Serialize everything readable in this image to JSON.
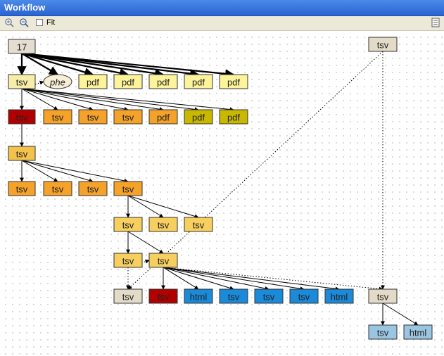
{
  "window": {
    "title": "Workflow"
  },
  "toolbar": {
    "zoom_in_icon": "zoom-in-icon",
    "zoom_out_icon": "zoom-out-icon",
    "fit_checked": false,
    "fit_label": "Fit",
    "options_icon": "list-options-icon"
  },
  "colors": {
    "root": "#e4ddd0",
    "cream": "#f6eea8",
    "pale_yellow": "#fdf39a",
    "olive": "#c8b800",
    "dark_red": "#b00000",
    "orange": "#f4a22a",
    "gold": "#f3c24a",
    "light_gold": "#f6cf5f",
    "tan": "#e3dbc8",
    "blue": "#1a8ad9",
    "light_blue": "#9ac6e2",
    "ellipse": "#f6efd6"
  },
  "nodes": [
    {
      "id": "n17",
      "label": "17"
    },
    {
      "id": "t_right",
      "label": "tsv"
    },
    {
      "id": "t1",
      "label": "tsv"
    },
    {
      "id": "phe",
      "label": "phe"
    },
    {
      "id": "p1",
      "label": "pdf"
    },
    {
      "id": "p2",
      "label": "pdf"
    },
    {
      "id": "p3",
      "label": "pdf"
    },
    {
      "id": "p4",
      "label": "pdf"
    },
    {
      "id": "p5",
      "label": "pdf"
    },
    {
      "id": "r2a",
      "label": "tsv"
    },
    {
      "id": "r2b",
      "label": "tsv"
    },
    {
      "id": "r2c",
      "label": "tsv"
    },
    {
      "id": "r2d",
      "label": "tsv"
    },
    {
      "id": "r2e",
      "label": "pdf"
    },
    {
      "id": "r2f",
      "label": "pdf"
    },
    {
      "id": "r2g",
      "label": "pdf"
    },
    {
      "id": "r3",
      "label": "tsv"
    },
    {
      "id": "r4a",
      "label": "tsv"
    },
    {
      "id": "r4b",
      "label": "tsv"
    },
    {
      "id": "r4c",
      "label": "tsv"
    },
    {
      "id": "r4d",
      "label": "tsv"
    },
    {
      "id": "r5a",
      "label": "tsv"
    },
    {
      "id": "r5b",
      "label": "tsv"
    },
    {
      "id": "r5c",
      "label": "tsv"
    },
    {
      "id": "r6a",
      "label": "tsv"
    },
    {
      "id": "r6b",
      "label": "tsv"
    },
    {
      "id": "r7a",
      "label": "tsv"
    },
    {
      "id": "r7b",
      "label": "tsv"
    },
    {
      "id": "r7c",
      "label": "html"
    },
    {
      "id": "r7d",
      "label": "tsv"
    },
    {
      "id": "r7e",
      "label": "tsv"
    },
    {
      "id": "r7f",
      "label": "tsv"
    },
    {
      "id": "r7g",
      "label": "html"
    },
    {
      "id": "r7h",
      "label": "tsv"
    },
    {
      "id": "r8a",
      "label": "tsv"
    },
    {
      "id": "r8b",
      "label": "html"
    }
  ]
}
